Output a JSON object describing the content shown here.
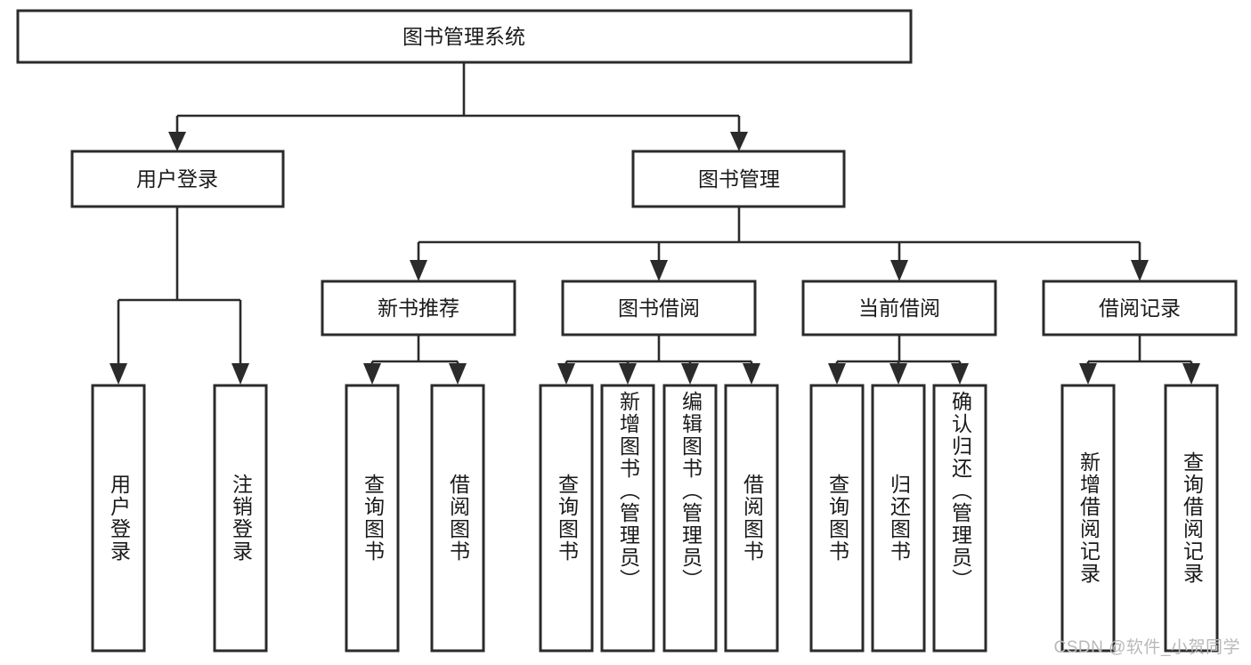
{
  "diagram": {
    "type": "tree",
    "title": "图书管理系统",
    "orientation": "top-down",
    "colors": {
      "box_stroke": "#2b2b2b",
      "box_fill": "#ffffff",
      "connector": "#2b2b2b",
      "text": "#1a1a1a",
      "watermark": "#b9b9b9",
      "background": "#ffffff"
    },
    "root": {
      "label": "图书管理系统"
    },
    "level2": [
      {
        "label": "用户登录"
      },
      {
        "label": "图书管理"
      }
    ],
    "level3": [
      {
        "label": "新书推荐"
      },
      {
        "label": "图书借阅"
      },
      {
        "label": "当前借阅"
      },
      {
        "label": "借阅记录"
      }
    ],
    "leaves": {
      "user_login": [
        {
          "label": "用户登录"
        },
        {
          "label": "注销登录"
        }
      ],
      "new_book": [
        {
          "label": "查询图书"
        },
        {
          "label": "借阅图书"
        }
      ],
      "book_borrow": [
        {
          "label": "查询图书"
        },
        {
          "label": "新增图书（管理员）"
        },
        {
          "label": "编辑图书（管理员）"
        },
        {
          "label": "借阅图书"
        }
      ],
      "current_borrow": [
        {
          "label": "查询图书"
        },
        {
          "label": "归还图书"
        },
        {
          "label": "确认归还（管理员）"
        }
      ],
      "borrow_record": [
        {
          "label": "新增借阅记录"
        },
        {
          "label": "查询借阅记录"
        }
      ]
    }
  },
  "watermark": {
    "text": "CSDN @软件_小贺同学"
  }
}
